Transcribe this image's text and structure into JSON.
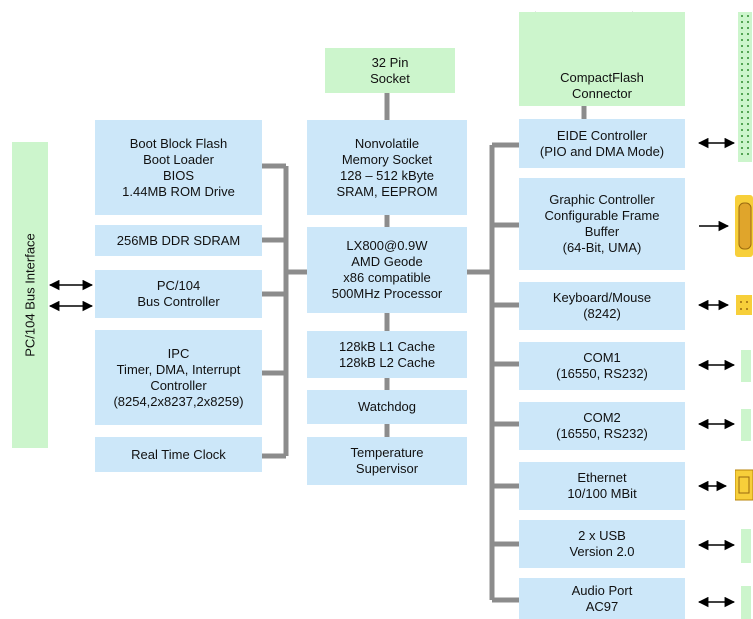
{
  "bus_interface": {
    "label": "PC/104 Bus Interface"
  },
  "left_column": {
    "boot": "Boot Block Flash\nBoot Loader\nBIOS\n1.44MB ROM Drive",
    "ram": "256MB DDR SDRAM",
    "pc104": "PC/104\nBus Controller",
    "ipc": "IPC\nTimer, DMA, Interrupt\nController\n(8254,2x8237,2x8259)",
    "rtc": "Real Time Clock"
  },
  "center_column": {
    "socket": "32 Pin\nSocket",
    "nvmem": "Nonvolatile\nMemory Socket\n128 – 512 kByte\nSRAM, EEPROM",
    "cpu": "LX800@0.9W\nAMD Geode\nx86 compatible\n500MHz Processor",
    "cache": "128kB L1 Cache\n128kB L2 Cache",
    "watchdog": "Watchdog",
    "temp": "Temperature\nSupervisor"
  },
  "right_column": {
    "cf": "CompactFlash\nConnector",
    "eide": "EIDE Controller\n(PIO and DMA Mode)",
    "graphic": "Graphic Controller\nConfigurable Frame\nBuffer\n(64-Bit, UMA)",
    "kbd": "Keyboard/Mouse\n(8242)",
    "com1": "COM1\n(16550, RS232)",
    "com2": "COM2\n(16550, RS232)",
    "eth": "Ethernet\n10/100 MBit",
    "usb": "2 x USB\nVersion 2.0",
    "audio": "Audio Port\nAC97"
  },
  "colors": {
    "block_blue": "#cce7f9",
    "block_green": "#ccf5cc",
    "bus_line": "#8c8c8c",
    "connector_yellow": "#f7cf3a",
    "connector_green": "#2e8b2e"
  }
}
